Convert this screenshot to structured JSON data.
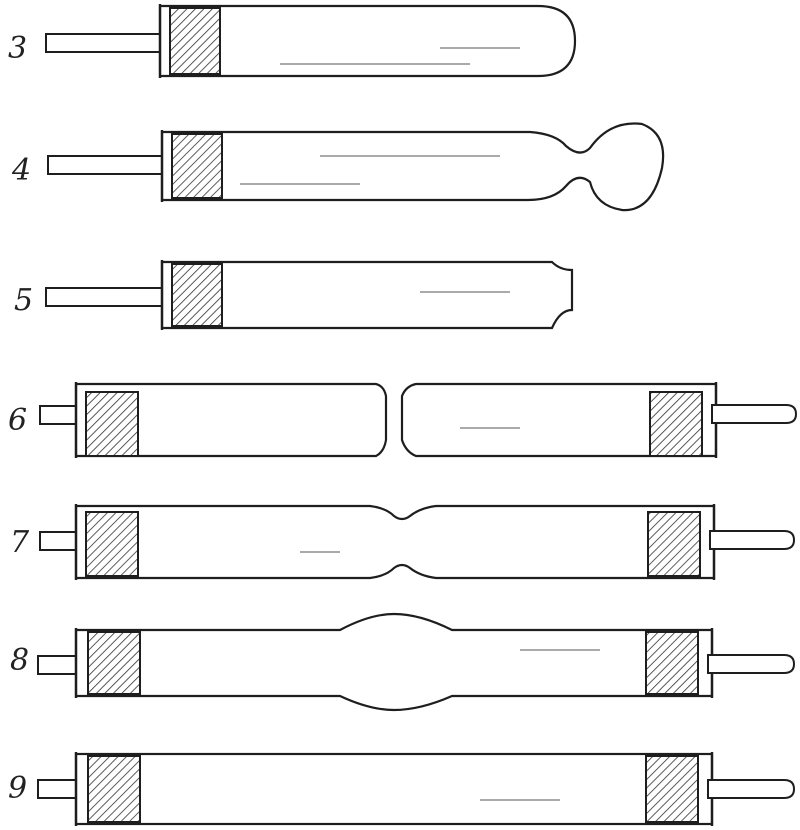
{
  "figure": {
    "labels": [
      "3",
      "4",
      "5",
      "6",
      "7",
      "8",
      "9"
    ]
  }
}
